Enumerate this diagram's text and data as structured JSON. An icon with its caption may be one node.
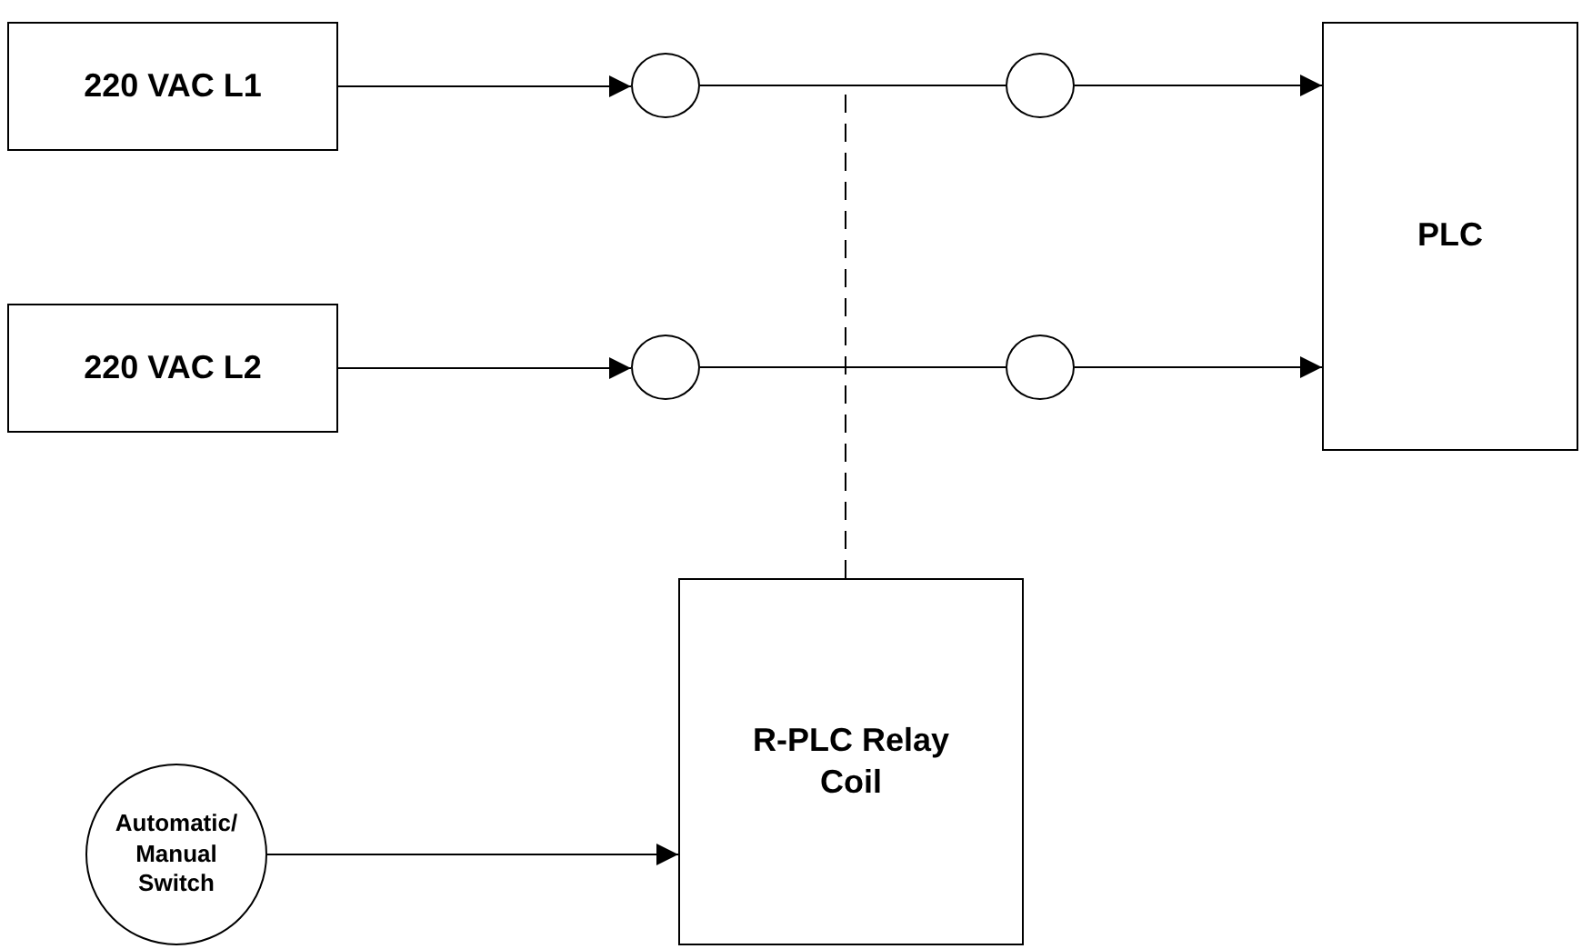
{
  "diagram": {
    "nodes": [
      {
        "text": [
          "220 VAC L1"
        ]
      },
      {
        "text": [
          "220 VAC L2"
        ]
      },
      {
        "text": [],
        "shape": "circle"
      },
      {
        "text": [],
        "shape": "circle"
      },
      {
        "text": [],
        "shape": "circle"
      },
      {
        "text": [],
        "shape": "circle"
      },
      {
        "text": [
          "PLC"
        ]
      },
      {
        "text": [
          "Automatic/ Manual Switch"
        ]
      },
      {
        "text": [
          "R-PLC Relay Coil"
        ]
      }
    ],
    "edges": [
      {
        "from": 0,
        "to": 2,
        "arrow": "to"
      },
      {
        "from": 2,
        "to": 3,
        "arrow": "none"
      },
      {
        "from": 3,
        "to": 6,
        "arrow": "to"
      },
      {
        "from": 1,
        "to": 4,
        "arrow": "to"
      },
      {
        "from": 4,
        "to": 5,
        "arrow": "none"
      },
      {
        "from": 5,
        "to": 6,
        "arrow": "to"
      },
      {
        "from": 7,
        "to": 8,
        "arrow": "to"
      },
      {
        "from": 8,
        "to": null,
        "arrow": "none",
        "style": "dashed"
      }
    ]
  }
}
